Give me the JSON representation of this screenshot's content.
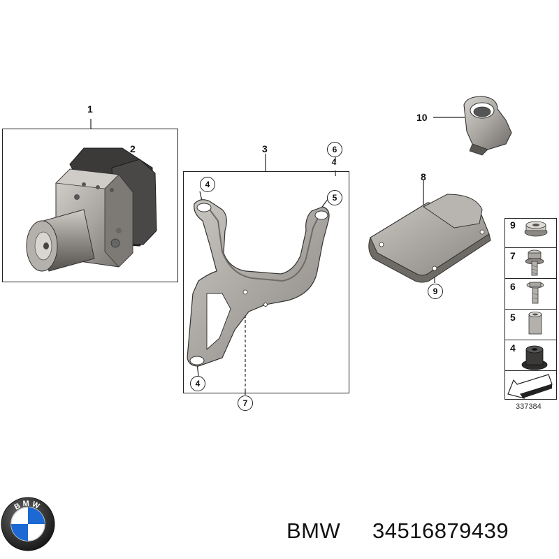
{
  "callouts": {
    "abs_unit": "1",
    "control_module": "2",
    "bracket": "3",
    "bracket_top_left": "4",
    "bracket_top_right_6": "6",
    "bracket_top_right_4": "4",
    "bracket_top_right_5": "5",
    "bracket_bottom_left": "4",
    "bracket_bottom_center": "7",
    "cover_plate": "8",
    "cover_plate_screw": "9",
    "sensor": "10"
  },
  "hardware_legend": {
    "items": [
      {
        "label": "9",
        "icon": "nut-icon"
      },
      {
        "label": "7",
        "icon": "screw-icon"
      },
      {
        "label": "6",
        "icon": "bolt-icon"
      },
      {
        "label": "5",
        "icon": "sleeve-icon"
      },
      {
        "label": "4",
        "icon": "grommet-icon"
      },
      {
        "label": "",
        "icon": "arrow-icon"
      }
    ]
  },
  "diagram_ref": "337384",
  "footer": {
    "brand": "BMW",
    "part_number": "34516879439",
    "logo_text": "BMW"
  },
  "colors": {
    "outline": "#222222",
    "metal": "#a9a6a1",
    "metal_dark": "#6e6b66",
    "module_dark": "#3b3a39",
    "logo_blue": "#1c69d4"
  }
}
